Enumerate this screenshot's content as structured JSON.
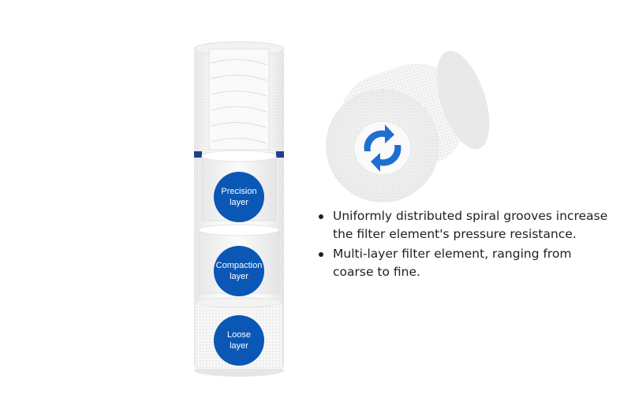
{
  "layers": [
    {
      "line1": "Precision",
      "line2": "layer"
    },
    {
      "line1": "Compaction",
      "line2": "layer"
    },
    {
      "line1": "Loose",
      "line2": "layer"
    }
  ],
  "features": [
    "Uniformly distributed spiral grooves increase the filter element's pressure resistance.",
    "Multi-layer filter element, ranging from coarse to fine."
  ],
  "colors": {
    "badge": "#0a57b5",
    "arrows": "#1e6fd1",
    "filter_white": "#f4f4f4"
  }
}
